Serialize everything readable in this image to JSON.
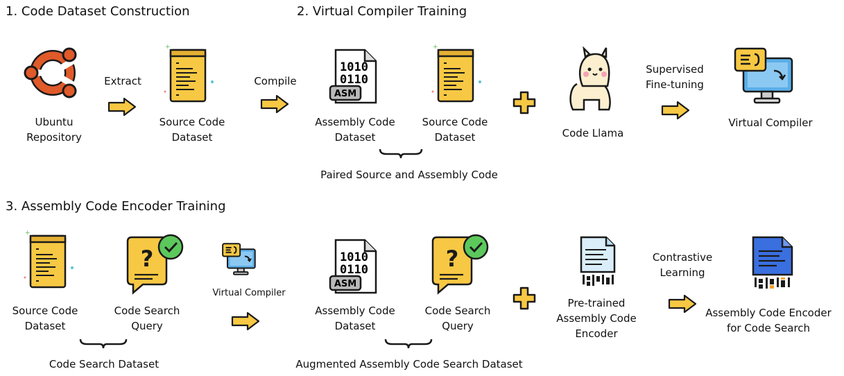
{
  "sections": [
    {
      "title": "1. Code Dataset Construction"
    },
    {
      "title": "2. Virtual Compiler Training"
    },
    {
      "title": "3. Assembly Code Encoder Training"
    }
  ],
  "row1": {
    "ubuntu": [
      "Ubuntu",
      "Repository"
    ],
    "extract": "Extract",
    "source": [
      "Source Code",
      "Dataset"
    ],
    "compile": "Compile",
    "asm": [
      "Assembly Code",
      "Dataset"
    ],
    "source2": [
      "Source Code",
      "Dataset"
    ],
    "llama": "Code Llama",
    "sft": [
      "Supervised",
      "Fine-tuning"
    ],
    "vc": "Virtual Compiler",
    "paired": "Paired Source and Assembly Code"
  },
  "row2": {
    "source": [
      "Source Code",
      "Dataset"
    ],
    "query": [
      "Code Search",
      "Query"
    ],
    "vc_label": "Virtual Compiler",
    "asm": [
      "Assembly Code",
      "Dataset"
    ],
    "query2": [
      "Code Search",
      "Query"
    ],
    "pretrained": [
      "Pre-trained",
      "Assembly Code",
      "Encoder"
    ],
    "contrastive": [
      "Contrastive",
      "Learning"
    ],
    "encoder": [
      "Assembly Code Encoder",
      "for Code Search"
    ],
    "csd": "Code Search Dataset",
    "aug": "Augmented Assembly Code Search Dataset"
  },
  "icons": {
    "asm_badge": "ASM",
    "binary_line1": "1010",
    "binary_line2": "0110"
  }
}
